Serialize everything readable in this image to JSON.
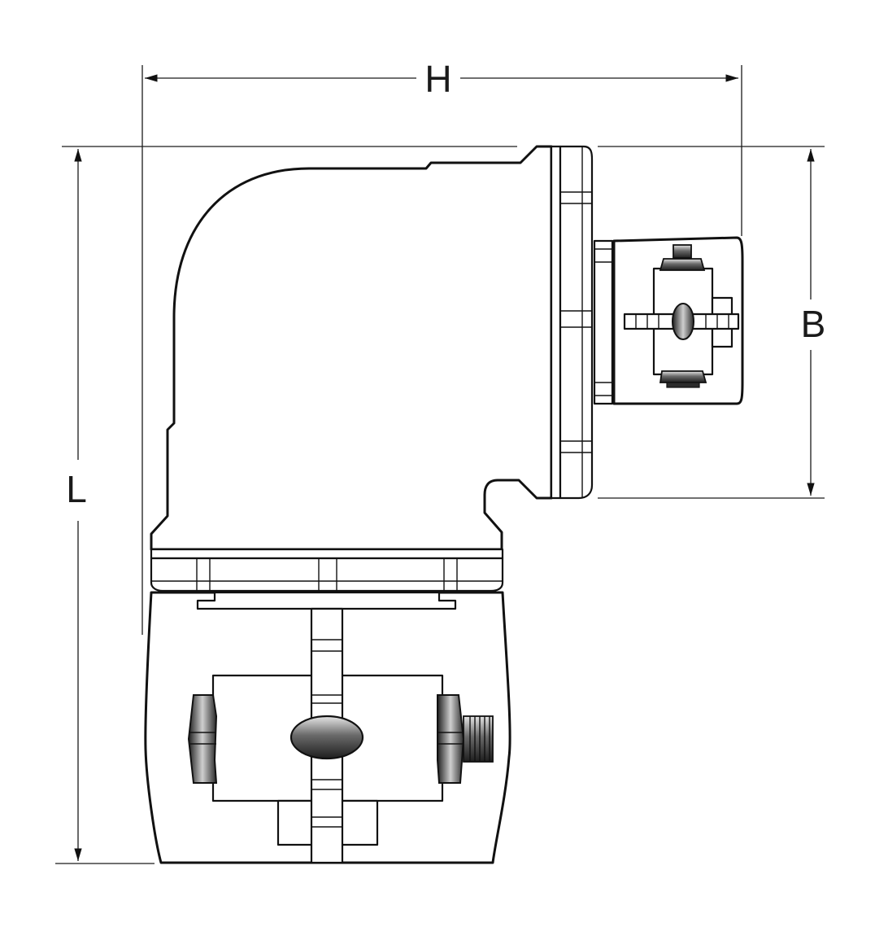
{
  "dimensions": {
    "height_label": "H",
    "length_label": "L",
    "flange_label": "B"
  },
  "colors": {
    "line": "#111111",
    "background": "#ffffff",
    "knob_dark": "#2b2b2b",
    "knob_light": "#d9d9d9"
  }
}
